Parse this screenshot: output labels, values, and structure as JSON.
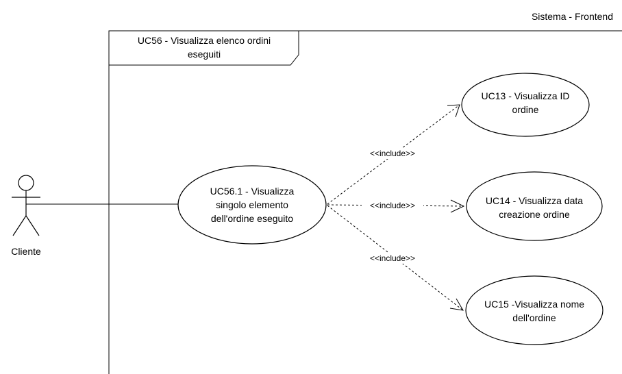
{
  "system": {
    "title": "Sistema - Frontend",
    "frame_label_line1": "UC56 - Visualizza elenco ordini",
    "frame_label_line2": "eseguiti"
  },
  "actor": {
    "name": "Cliente"
  },
  "use_cases": {
    "main": {
      "line1": "UC56.1 - Visualizza",
      "line2": "singolo elemento",
      "line3": "dell'ordine eseguito"
    },
    "uc13": {
      "line1": "UC13 - Visualizza ID",
      "line2": "ordine"
    },
    "uc14": {
      "line1": "UC14 - Visualizza data",
      "line2": "creazione ordine"
    },
    "uc15": {
      "line1": "UC15 -Visualizza nome",
      "line2": "dell'ordine"
    }
  },
  "relations": {
    "include_1": "<<include>>",
    "include_2": "<<include>>",
    "include_3": "<<include>>"
  },
  "colors": {
    "stroke": "#000000",
    "background": "#ffffff"
  }
}
